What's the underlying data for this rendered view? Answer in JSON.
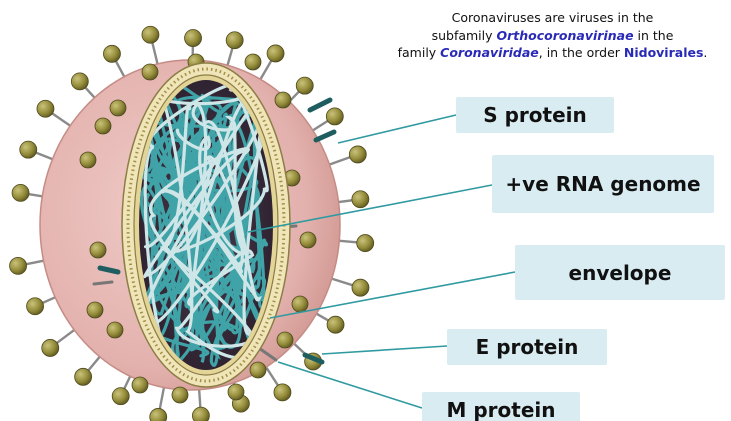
{
  "caption": {
    "line1": "Coronaviruses are viruses in the",
    "line2_prefix": "subfamily ",
    "subfamily": "Orthocoronavirinae",
    "line2_suffix": " in the",
    "line3_prefix": "family ",
    "family": "Coronaviridae",
    "line3_mid": ", in the order ",
    "order": "Nidovirales",
    "line3_suffix": "."
  },
  "labels": {
    "s_protein": "S protein",
    "rna_genome": "+ve RNA genome",
    "envelope": "envelope",
    "e_protein": "E protein",
    "m_protein": "M protein"
  },
  "colors": {
    "envelope_pink": "#e6b7b3",
    "membrane_tan": "#e9dca4",
    "core_dark": "#3a2b3c",
    "rna_teal": "#3fa3a8",
    "spike_olive": "#9a9340",
    "label_bg": "#d8ecf2",
    "leader_line": "#2f9aa0",
    "accent_blue": "#2a2ab8"
  }
}
